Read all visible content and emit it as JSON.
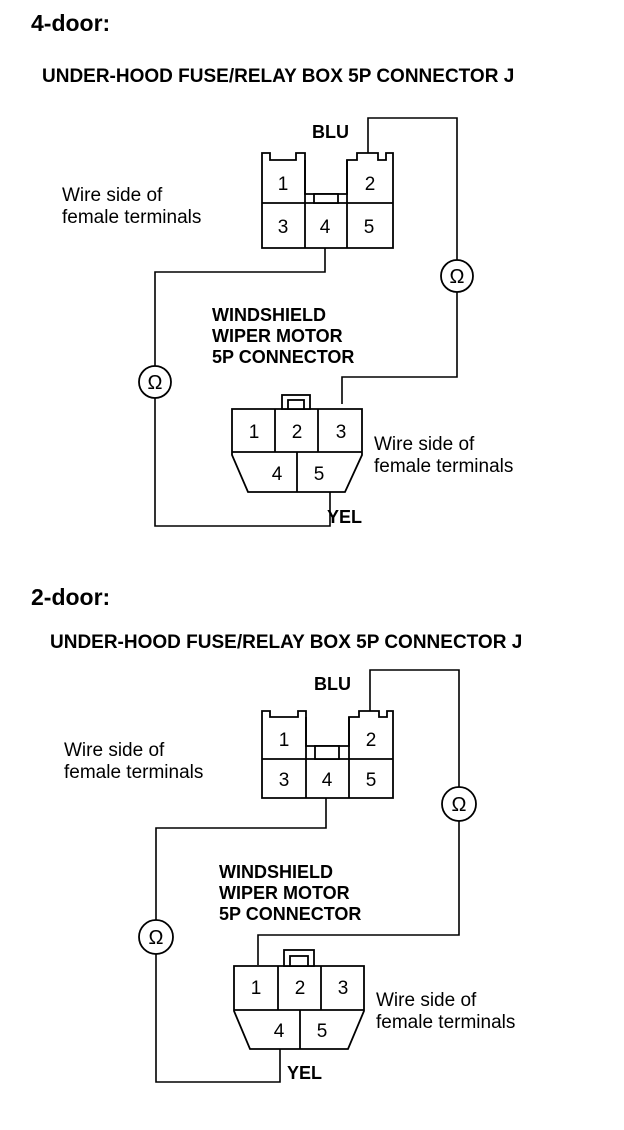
{
  "sections": [
    {
      "heading": "4-door:",
      "fuse_box_title": "UNDER-HOOD FUSE/RELAY BOX 5P CONNECTOR J",
      "top_wire_color": "BLU",
      "bottom_wire_color": "YEL",
      "top_connector_caption_line1": "Wire side of",
      "top_connector_caption_line2": "female terminals",
      "motor_label_line1": "WINDSHIELD",
      "motor_label_line2": "WIPER MOTOR",
      "motor_label_line3": "5P CONNECTOR",
      "motor_connector_caption_line1": "Wire side of",
      "motor_connector_caption_line2": "female terminals",
      "top_terminals": [
        "1",
        "2",
        "3",
        "4",
        "5"
      ],
      "motor_terminals": [
        "1",
        "2",
        "3",
        "4",
        "5"
      ],
      "meter_symbol": "Ω"
    },
    {
      "heading": "2-door:",
      "fuse_box_title": "UNDER-HOOD FUSE/RELAY BOX 5P CONNECTOR J",
      "top_wire_color": "BLU",
      "bottom_wire_color": "YEL",
      "top_connector_caption_line1": "Wire side of",
      "top_connector_caption_line2": "female terminals",
      "motor_label_line1": "WINDSHIELD",
      "motor_label_line2": "WIPER MOTOR",
      "motor_label_line3": "5P CONNECTOR",
      "motor_connector_caption_line1": "Wire side of",
      "motor_connector_caption_line2": "female terminals",
      "top_terminals": [
        "1",
        "2",
        "3",
        "4",
        "5"
      ],
      "motor_terminals": [
        "1",
        "2",
        "3",
        "4",
        "5"
      ],
      "meter_symbol": "Ω"
    }
  ]
}
